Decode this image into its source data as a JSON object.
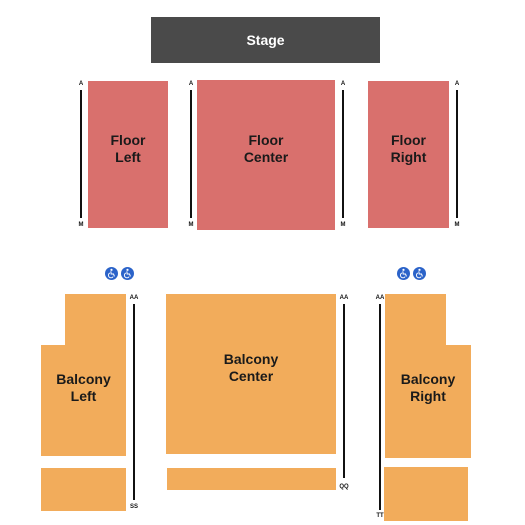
{
  "stage": {
    "label": "Stage"
  },
  "floor": {
    "left": {
      "line1": "Floor",
      "line2": "Left",
      "row_top": "A",
      "row_bottom": "M"
    },
    "center": {
      "line1": "Floor",
      "line2": "Center",
      "row_top": "A",
      "row_bottom": "M"
    },
    "right": {
      "line1": "Floor",
      "line2": "Right",
      "row_top": "A",
      "row_bottom": "M"
    }
  },
  "balcony": {
    "left": {
      "line1": "Balcony",
      "line2": "Left",
      "row_top": "AA",
      "row_bottom": "SS"
    },
    "center": {
      "line1": "Balcony",
      "line2": "Center",
      "row_top": "AA",
      "row_bottom": "QQ"
    },
    "right": {
      "line1": "Balcony",
      "line2": "Right",
      "row_top": "AA",
      "row_bottom": "TT"
    }
  },
  "accessibility": {
    "icon": "wheelchair-icon",
    "color": "#2b63c9"
  },
  "colors": {
    "stage": "#4a4a4a",
    "floor": "#d9706d",
    "balcony": "#f2ac5b"
  }
}
